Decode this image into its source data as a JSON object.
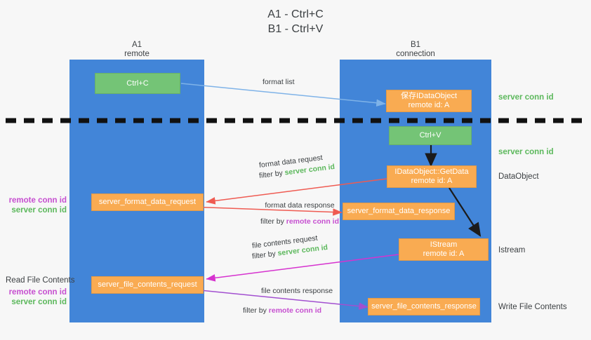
{
  "title": "A1 - Ctrl+C\nB1 - Ctrl+V",
  "title_line1": "A1 - Ctrl+C",
  "title_line2": "B1 - Ctrl+V",
  "columns": [
    {
      "name": "A1",
      "subtitle": "remote",
      "header": "A1\nremote"
    },
    {
      "name": "B1",
      "subtitle": "connection",
      "header": "B1\nconnection"
    }
  ],
  "boxes": {
    "ctrl_c": "Ctrl+C",
    "ctrl_v": "Ctrl+V",
    "save_idataobject": "保存IDataObject\nremote id: A",
    "getdata": "IDataObject::GetData\nremote id: A",
    "istream": "IStream\nremote id: A",
    "server_format_data_request": "server_format_data_request",
    "server_format_data_response": "server_format_data_response",
    "server_file_contents_request": "server_file_contents_request",
    "server_file_contents_response": "server_file_contents_response"
  },
  "edges": {
    "format_list": "format list",
    "format_data_request": "format data request",
    "format_data_request_filter_prefix": "filter by ",
    "format_data_request_filter_value": "server conn id",
    "format_data_response": "format data response",
    "format_data_response_filter_prefix": "filter by ",
    "format_data_response_filter_value": "remote conn id",
    "file_contents_request": "file contents request",
    "file_contents_request_filter_prefix": "filter by ",
    "file_contents_request_filter_value": "server conn id",
    "file_contents_response": "file contents response",
    "file_contents_response_filter_prefix": "filter by ",
    "file_contents_response_filter_value": "remote conn id"
  },
  "annotations": {
    "server_conn_id_top": "server conn id",
    "server_conn_id_mid": "server conn id",
    "dataobject": "DataObject",
    "istream": "Istream",
    "write_file_contents": "Write File Contents",
    "read_file_contents": "Read File Contents",
    "left_remote_conn_id_1": "remote conn id",
    "left_server_conn_id_1": "server conn id",
    "left_remote_conn_id_2": "remote conn id",
    "left_server_conn_id_2": "server conn id"
  },
  "colors": {
    "lane": "#4285d8",
    "green_box": "#74c476",
    "orange_box": "#f9ab52",
    "server_conn_id": "#5cb85c",
    "remote_conn_id": "#c64fd0",
    "arrow_blue": "#7fb3e8",
    "arrow_red": "#ef5b52",
    "arrow_magenta": "#d633cf",
    "arrow_purple": "#a24fd0",
    "arrow_black": "#1b1b1b",
    "divider": "#111111",
    "background": "#f7f7f7"
  }
}
